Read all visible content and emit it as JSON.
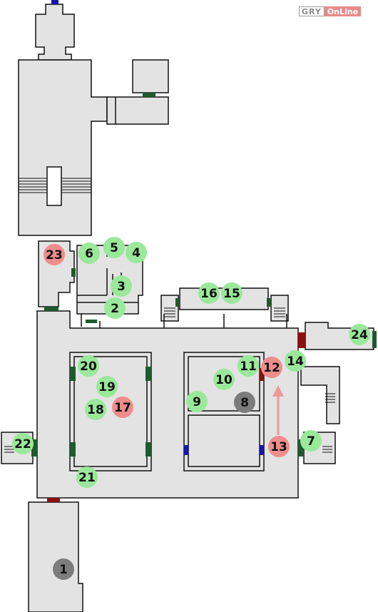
{
  "watermark": {
    "part1": "GRY",
    "part2": "OnLine"
  },
  "colors": {
    "floor": "#e3e3e3",
    "wall": "#111111",
    "door_green": "#1f5a2e",
    "door_red": "#8b1010",
    "door_blue": "#1515b0",
    "marker_green": "#9ae89a",
    "marker_red": "#ef8d8d",
    "marker_gray": "#7c7c7c",
    "arrow": "#ee9a9a"
  },
  "markers": [
    {
      "label": "1",
      "kind": "gray"
    },
    {
      "label": "2",
      "kind": "green"
    },
    {
      "label": "3",
      "kind": "green"
    },
    {
      "label": "4",
      "kind": "green"
    },
    {
      "label": "5",
      "kind": "green"
    },
    {
      "label": "6",
      "kind": "green"
    },
    {
      "label": "7",
      "kind": "green"
    },
    {
      "label": "8",
      "kind": "gray"
    },
    {
      "label": "9",
      "kind": "green"
    },
    {
      "label": "10",
      "kind": "green"
    },
    {
      "label": "11",
      "kind": "green"
    },
    {
      "label": "12",
      "kind": "red"
    },
    {
      "label": "13",
      "kind": "red"
    },
    {
      "label": "14",
      "kind": "green"
    },
    {
      "label": "15",
      "kind": "green"
    },
    {
      "label": "16",
      "kind": "green"
    },
    {
      "label": "17",
      "kind": "red"
    },
    {
      "label": "18",
      "kind": "green"
    },
    {
      "label": "19",
      "kind": "green"
    },
    {
      "label": "20",
      "kind": "green"
    },
    {
      "label": "21",
      "kind": "green"
    },
    {
      "label": "22",
      "kind": "green"
    },
    {
      "label": "23",
      "kind": "red"
    },
    {
      "label": "24",
      "kind": "green"
    }
  ]
}
